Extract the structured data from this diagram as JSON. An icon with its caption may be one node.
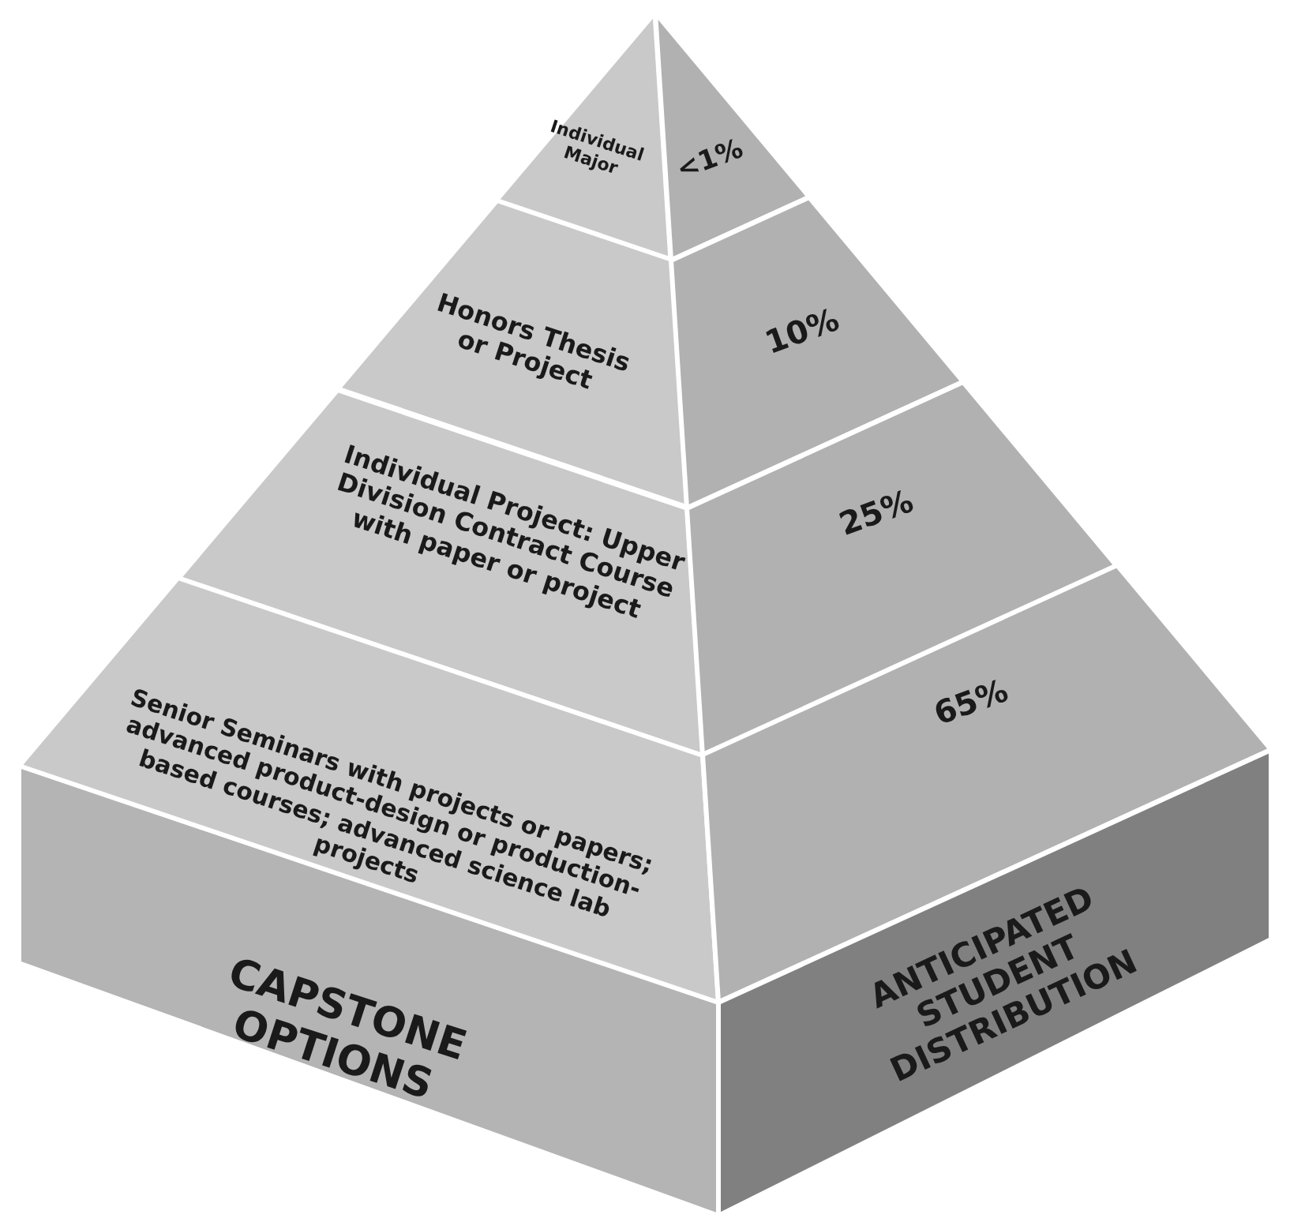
{
  "diagram": {
    "nodes": [
      {
        "text": [
          "Individual Major"
        ]
      },
      {
        "text": [
          "<1%"
        ]
      },
      {
        "text": [
          "Honors Thesis or Project"
        ]
      },
      {
        "text": [
          "10%"
        ]
      },
      {
        "text": [
          "Individual Project: Upper Division Contract Course with paper or project"
        ]
      },
      {
        "text": [
          "25%"
        ]
      },
      {
        "text": [
          "Senior Seminars with projects or papers; advanced product-design or production-based courses; advanced science lab projects"
        ]
      },
      {
        "text": [
          "65%"
        ]
      },
      {
        "text": [
          "CAPSTONE OPTIONS"
        ]
      },
      {
        "text": [
          "ANTICIPATED STUDENT DISTRIBUTION"
        ]
      }
    ]
  }
}
